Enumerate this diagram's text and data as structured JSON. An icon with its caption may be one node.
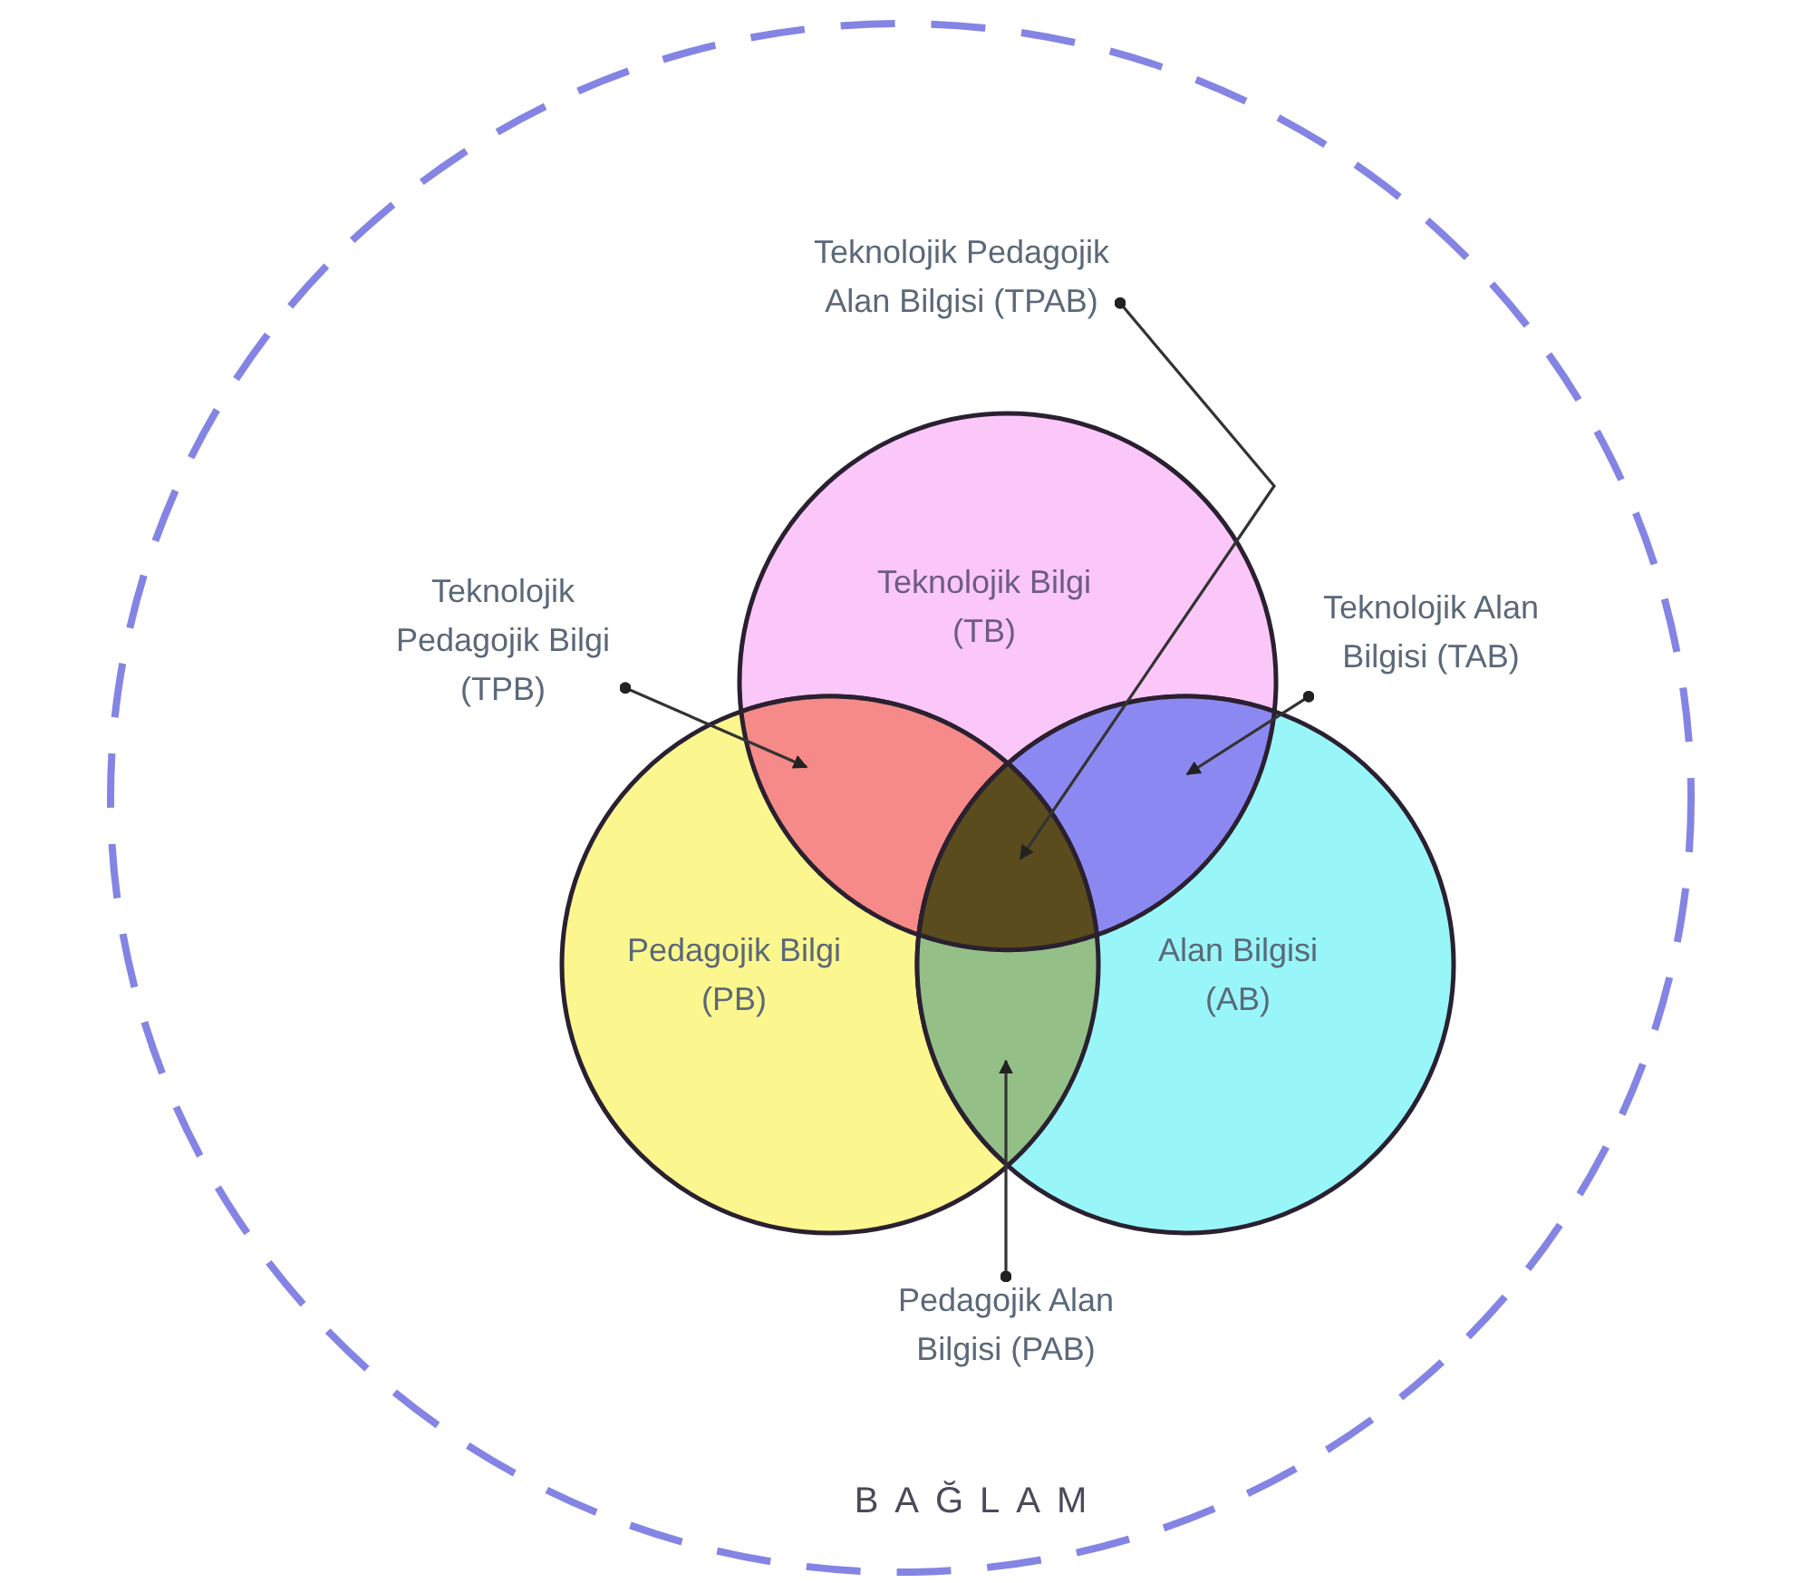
{
  "diagram": {
    "nodes": [
      {
        "text": [
          "BAĞLAM"
        ]
      },
      {
        "text": [
          "Teknolojik Bilgi (TB)"
        ],
        "in": 0
      },
      {
        "text": [
          "Pedagojik Bilgi (PB)"
        ],
        "in": 0
      },
      {
        "text": [
          "Alan Bilgisi (AB)"
        ],
        "in": 0
      },
      {
        "text": [
          "Teknolojik Pedagojik Bilgi (TPB)"
        ],
        "in": 0
      },
      {
        "text": [
          "Teknolojik Alan Bilgisi (TAB)"
        ],
        "in": 0
      },
      {
        "text": [
          "Teknolojik Pedagojik Alan Bilgisi (TPAB)"
        ],
        "in": 0
      },
      {
        "text": [
          "Pedagojik Alan Bilgisi (PAB)"
        ],
        "in": 0
      },
      {
        "text": [],
        "shape": "lens"
      },
      {
        "text": [],
        "shape": "lens"
      },
      {
        "text": [],
        "shape": "lens"
      },
      {
        "text": [],
        "shape": "triangle"
      }
    ],
    "edges": [
      {
        "from": 4,
        "to": 8,
        "arrow": "to"
      },
      {
        "from": 5,
        "to": 9,
        "arrow": "to"
      },
      {
        "from": 6,
        "to": 11,
        "arrow": "to"
      },
      {
        "from": 7,
        "to": 10,
        "arrow": "to"
      }
    ]
  }
}
